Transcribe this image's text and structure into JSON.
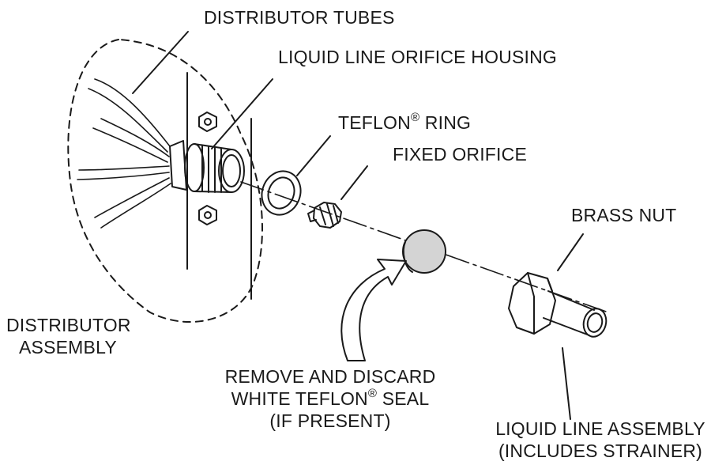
{
  "labels": {
    "distributor_tubes": "DISTRIBUTOR TUBES",
    "orifice_housing": "LIQUID LINE ORIFICE HOUSING",
    "teflon_ring": {
      "text": "TEFLON",
      "mark": "®",
      "suffix": " RING"
    },
    "fixed_orifice": "FIXED ORIFICE",
    "brass_nut": "BRASS NUT",
    "distributor_assembly": [
      "DISTRIBUTOR",
      "ASSEMBLY"
    ],
    "remove_seal": {
      "line1": "REMOVE AND DISCARD",
      "line2_text": "WHITE TEFLON",
      "line2_mark": "®",
      "line2_suffix": " SEAL",
      "line3": "(IF PRESENT)"
    },
    "liquid_line_assembly": [
      "LIQUID LINE ASSEMBLY",
      "(INCLUDES STRAINER)"
    ]
  },
  "colors": {
    "ink": "#1a1a1a",
    "seal_fill": "#d4d4d4",
    "background": "#ffffff"
  }
}
